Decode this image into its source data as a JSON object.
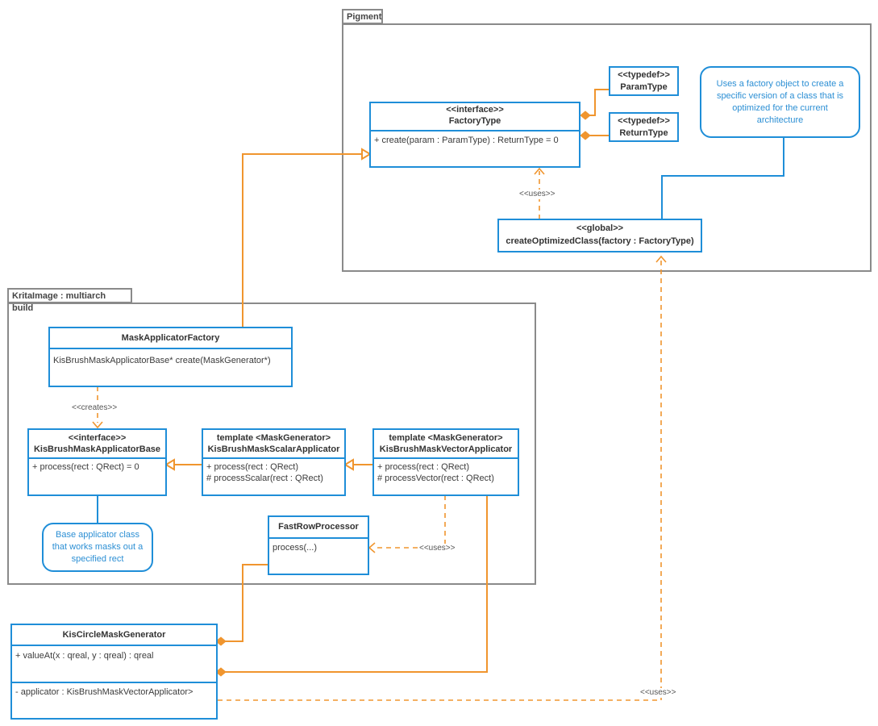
{
  "packages": {
    "pigment": {
      "name": "Pigment"
    },
    "kritaimage": {
      "name": "KritaImage : multiarch build"
    }
  },
  "classes": {
    "factory_type": {
      "stereotype": "<<interface>>",
      "name": "FactoryType",
      "members": [
        "+ create(param : ParamType) : ReturnType = 0"
      ]
    },
    "param_type": {
      "stereotype": "<<typedef>>",
      "name": "ParamType"
    },
    "return_type": {
      "stereotype": "<<typedef>>",
      "name": "ReturnType"
    },
    "create_optimized_class": {
      "stereotype": "<<global>>",
      "name": "createOptimizedClass(factory : FactoryType)"
    },
    "mask_applicator_factory": {
      "name": "MaskApplicatorFactory",
      "members": [
        "KisBrushMaskApplicatorBase* create(MaskGenerator*)"
      ]
    },
    "applicator_base": {
      "stereotype": "<<interface>>",
      "name": "KisBrushMaskApplicatorBase",
      "members": [
        "+ process(rect : QRect) = 0"
      ]
    },
    "scalar_applicator": {
      "stereotype": "template <MaskGenerator>",
      "name": "KisBrushMaskScalarApplicator",
      "members": [
        "+ process(rect : QRect)",
        "# processScalar(rect : QRect)"
      ]
    },
    "vector_applicator": {
      "stereotype": "template <MaskGenerator>",
      "name": "KisBrushMaskVectorApplicator",
      "members": [
        "+ process(rect : QRect)",
        "# processVector(rect : QRect)"
      ]
    },
    "fast_row_processor": {
      "name": "FastRowProcessor",
      "members": [
        "process(...)"
      ]
    },
    "circle_mask_generator": {
      "name": "KisCircleMaskGenerator",
      "members": [
        "+ valueAt(x : qreal, y : qreal) : qreal",
        "- applicator : KisBrushMaskVectorApplicator>"
      ]
    }
  },
  "notes": {
    "factory_note": "Uses a factory object to create a specific version of a class that is optimized for the current architecture",
    "base_note": "Base applicator class that works masks out a specified rect"
  },
  "labels": {
    "uses_top": "<<uses>>",
    "creates": "<<creates>>",
    "uses_middle": "<<uses>>",
    "uses_bottom": "<<uses>>"
  },
  "colors": {
    "class_border": "#1f8ed8",
    "connector": "#f0952e",
    "package_border": "#8a8a8a",
    "note_text": "#2c8fd4"
  }
}
